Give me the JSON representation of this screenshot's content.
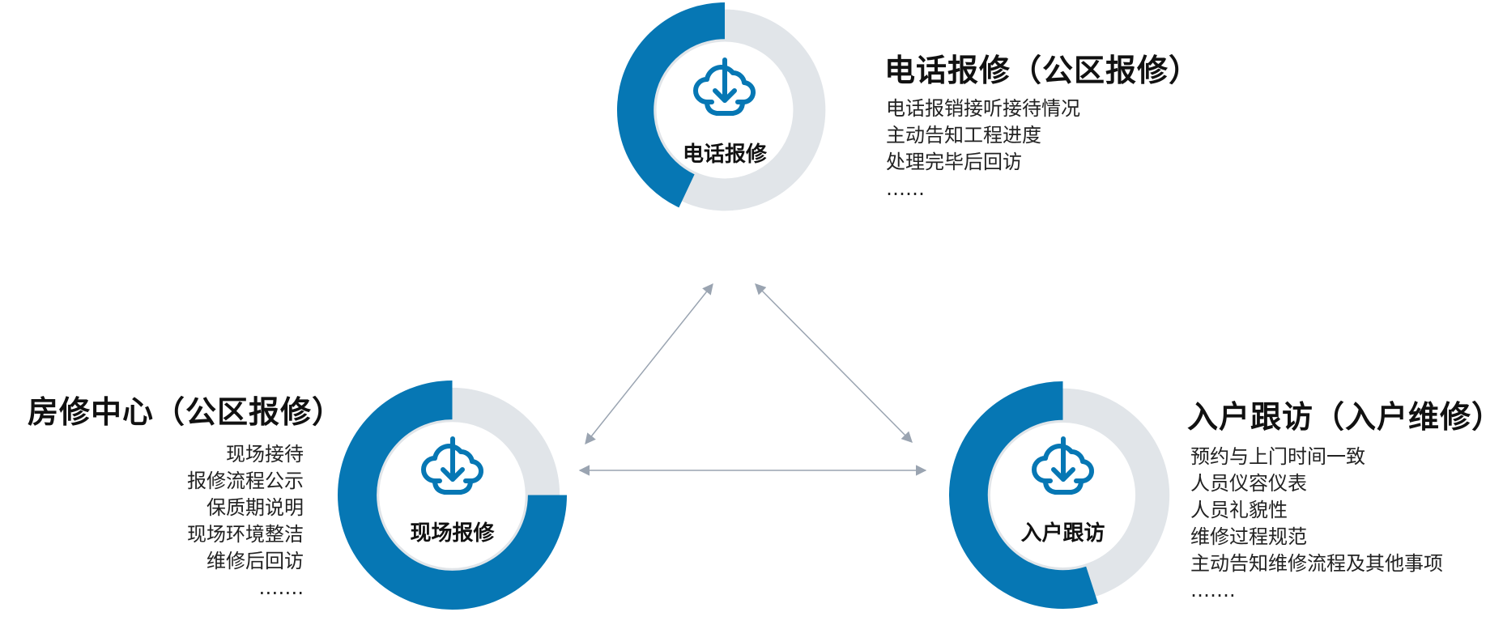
{
  "colors": {
    "accent": "#0677b4",
    "track": "#e1e5e9",
    "arrow": "#9aa4b1"
  },
  "top": {
    "ring_label": "电话报修",
    "ring_progress": 0.43,
    "title": "电话报修（公区报修）",
    "items": [
      "电话报销接听接待情况",
      "主动告知工程进度",
      "处理完毕后回访",
      "……"
    ]
  },
  "left": {
    "ring_label": "现场报修",
    "ring_progress": 0.75,
    "title": "房修中心（公区报修）",
    "items": [
      "现场接待",
      "报修流程公示",
      "保质期说明",
      "现场环境整洁",
      "维修后回访",
      "……."
    ]
  },
  "right": {
    "ring_label": "入户跟访",
    "ring_progress": 0.55,
    "title": "入户跟访（入户维修）",
    "items": [
      "预约与上门时间一致",
      "人员仪容仪表",
      "人员礼貌性",
      "维修过程规范",
      "主动告知维修流程及其他事项",
      "……."
    ]
  },
  "icon_name": "cloud-download-icon"
}
